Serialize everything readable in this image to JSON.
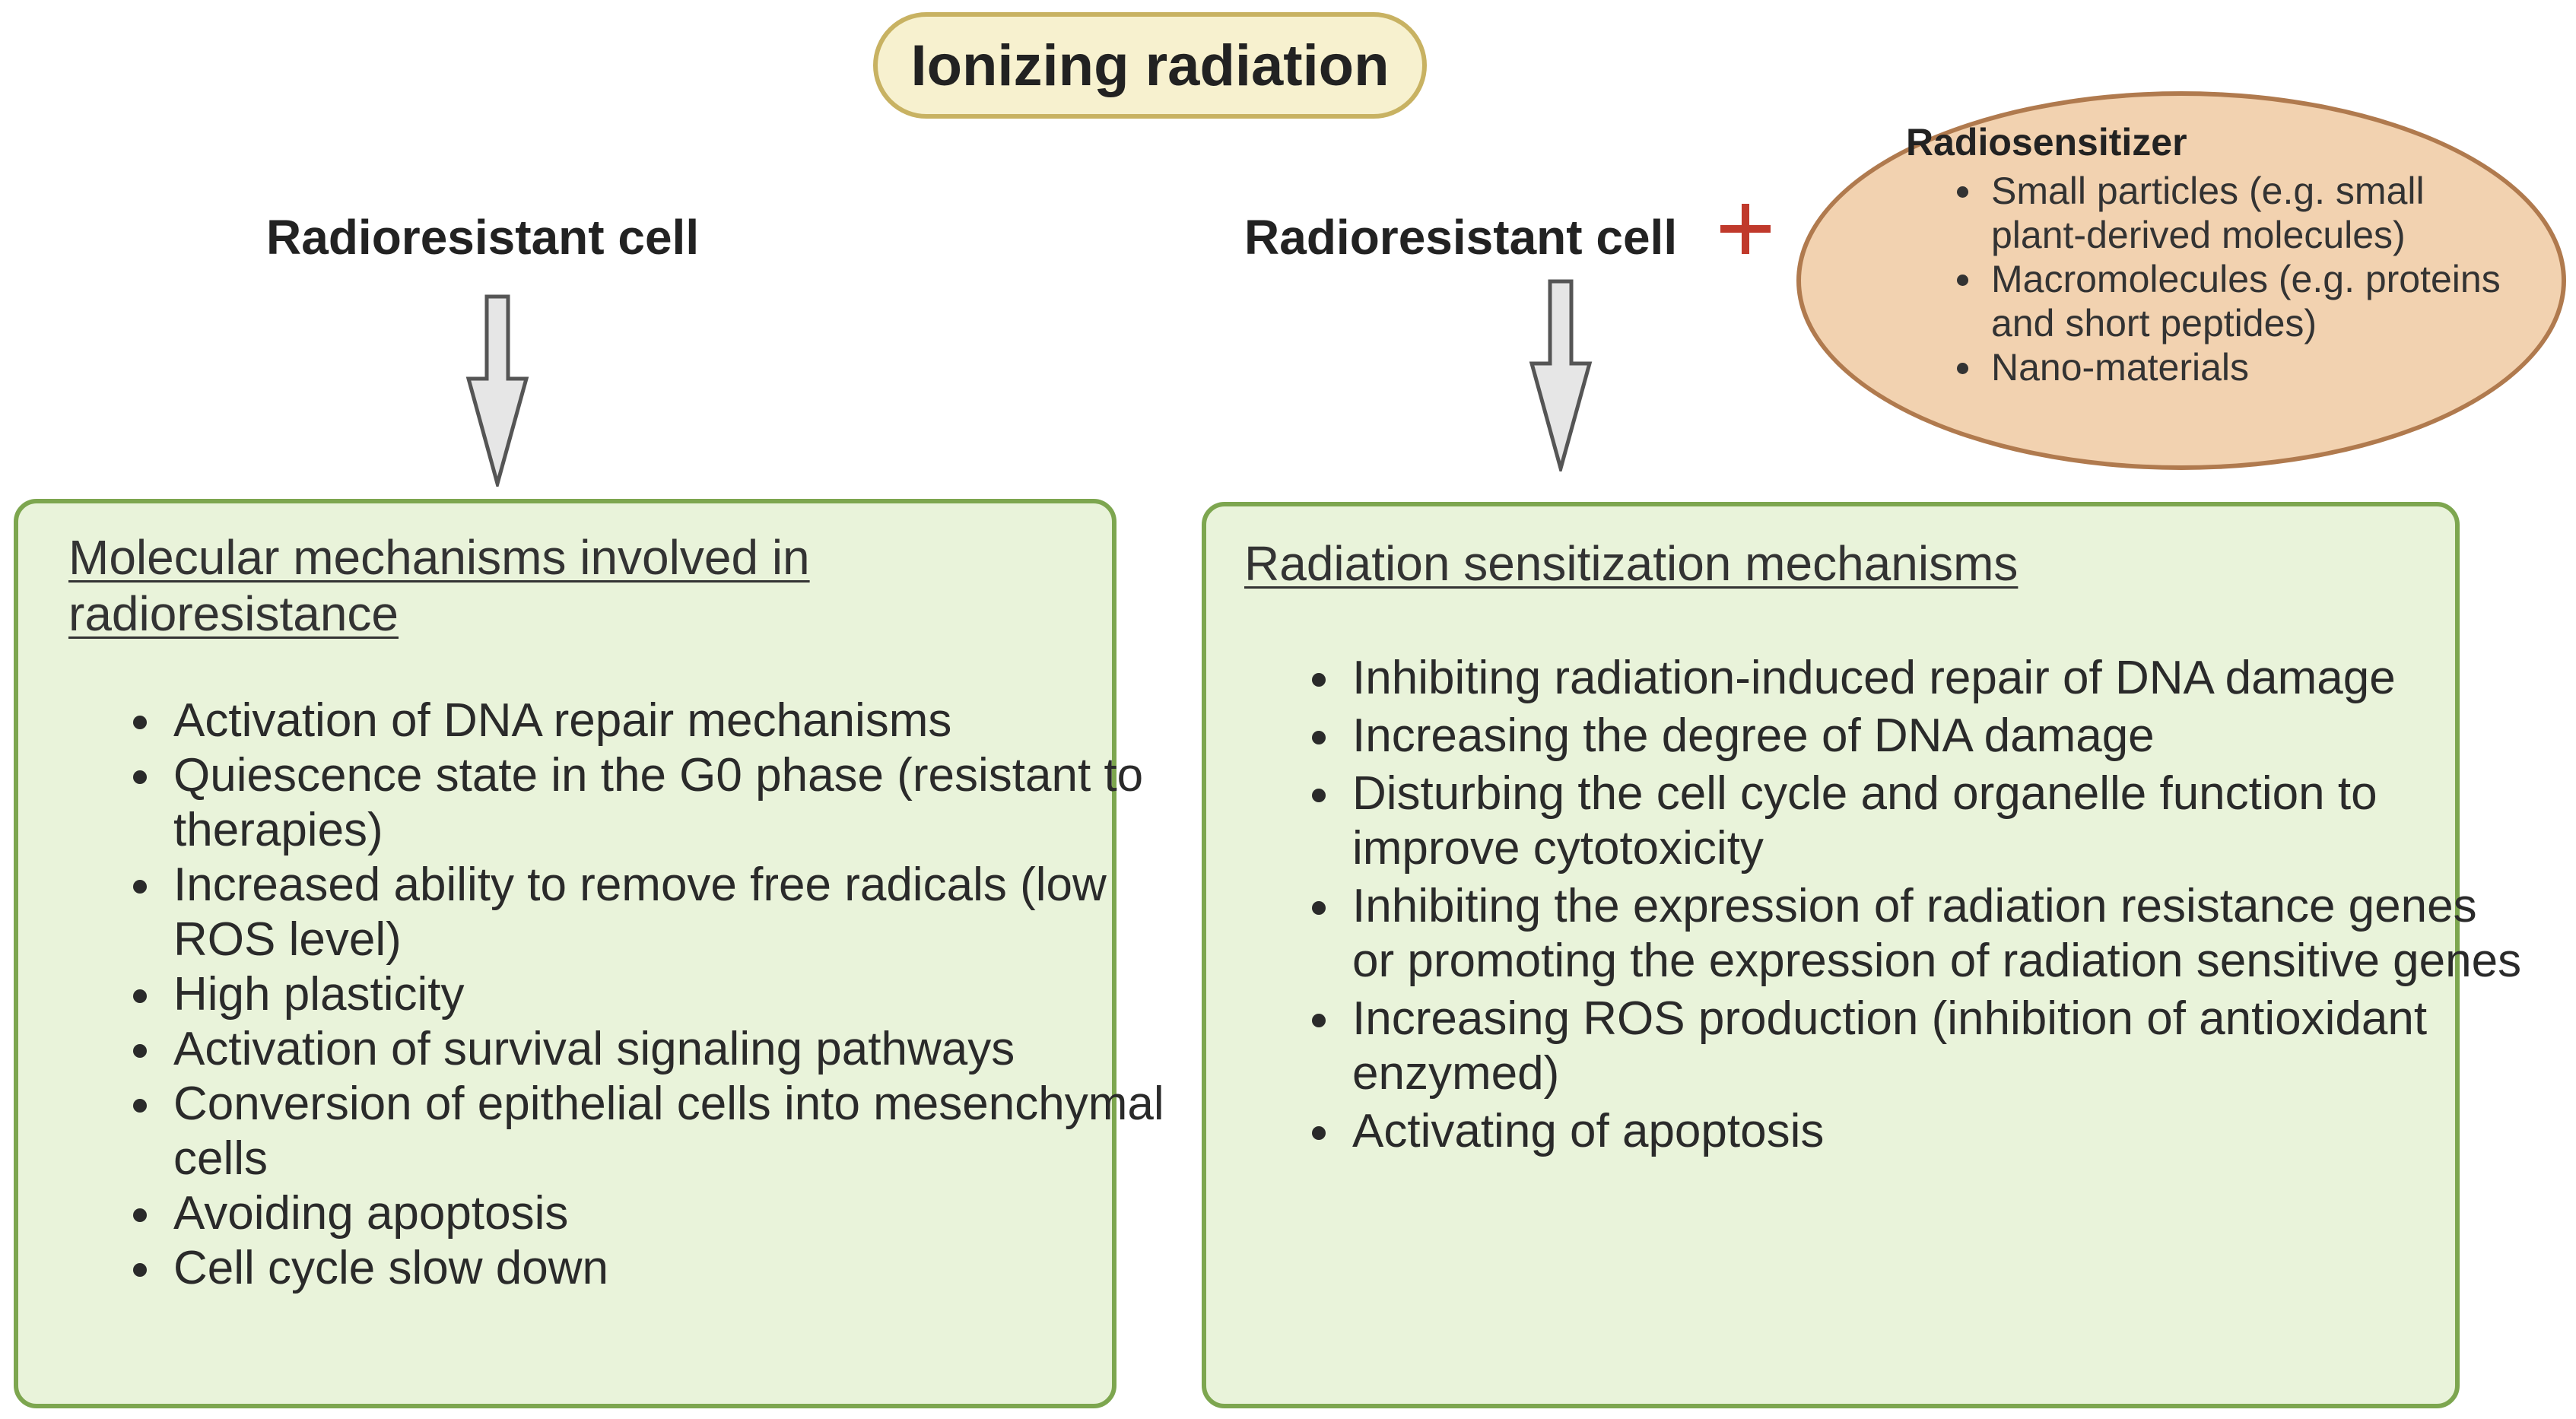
{
  "top": {
    "label": "Ionizing radiation"
  },
  "left_column": {
    "cell_label": "Radioresistant cell",
    "panel_title": "Molecular mechanisms involved in radioresistance",
    "items": [
      "Activation of DNA repair mechanisms",
      "Quiescence state in the G0 phase (resistant to therapies)",
      "Increased ability to remove free radicals (low ROS level)",
      "High plasticity",
      "Activation of survival signaling pathways",
      "Conversion of epithelial cells into mesenchymal cells",
      "Avoiding apoptosis",
      "Cell cycle slow down"
    ]
  },
  "right_column": {
    "cell_label": "Radioresistant cell",
    "panel_title": "Radiation sensitization mechanisms",
    "items": [
      "Inhibiting radiation-induced repair of DNA damage",
      "Increasing the degree of DNA damage",
      "Disturbing the cell cycle and organelle function to improve cytotoxicity",
      "Inhibiting the expression of radiation resistance genes or promoting the expression of radiation sensitive genes",
      "Increasing ROS production (inhibition of antioxidant enzymed)",
      "Activating of apoptosis"
    ]
  },
  "radiosensitizer": {
    "title": "Radiosensitizer",
    "items": [
      "Small particles (e.g. small plant-derived molecules)",
      "Macromolecules (e.g. proteins and short peptides)",
      "Nano-materials"
    ]
  },
  "colors": {
    "pill_fill": "#f7f1cf",
    "pill_border": "#c8b262",
    "panel_fill": "#e9f3da",
    "panel_border": "#7da64f",
    "ellipse_fill": "#f2d2b0",
    "ellipse_border": "#b07a4e",
    "plus": "#c0392b",
    "arrow_fill": "#e6e6e6",
    "arrow_stroke": "#555555"
  }
}
